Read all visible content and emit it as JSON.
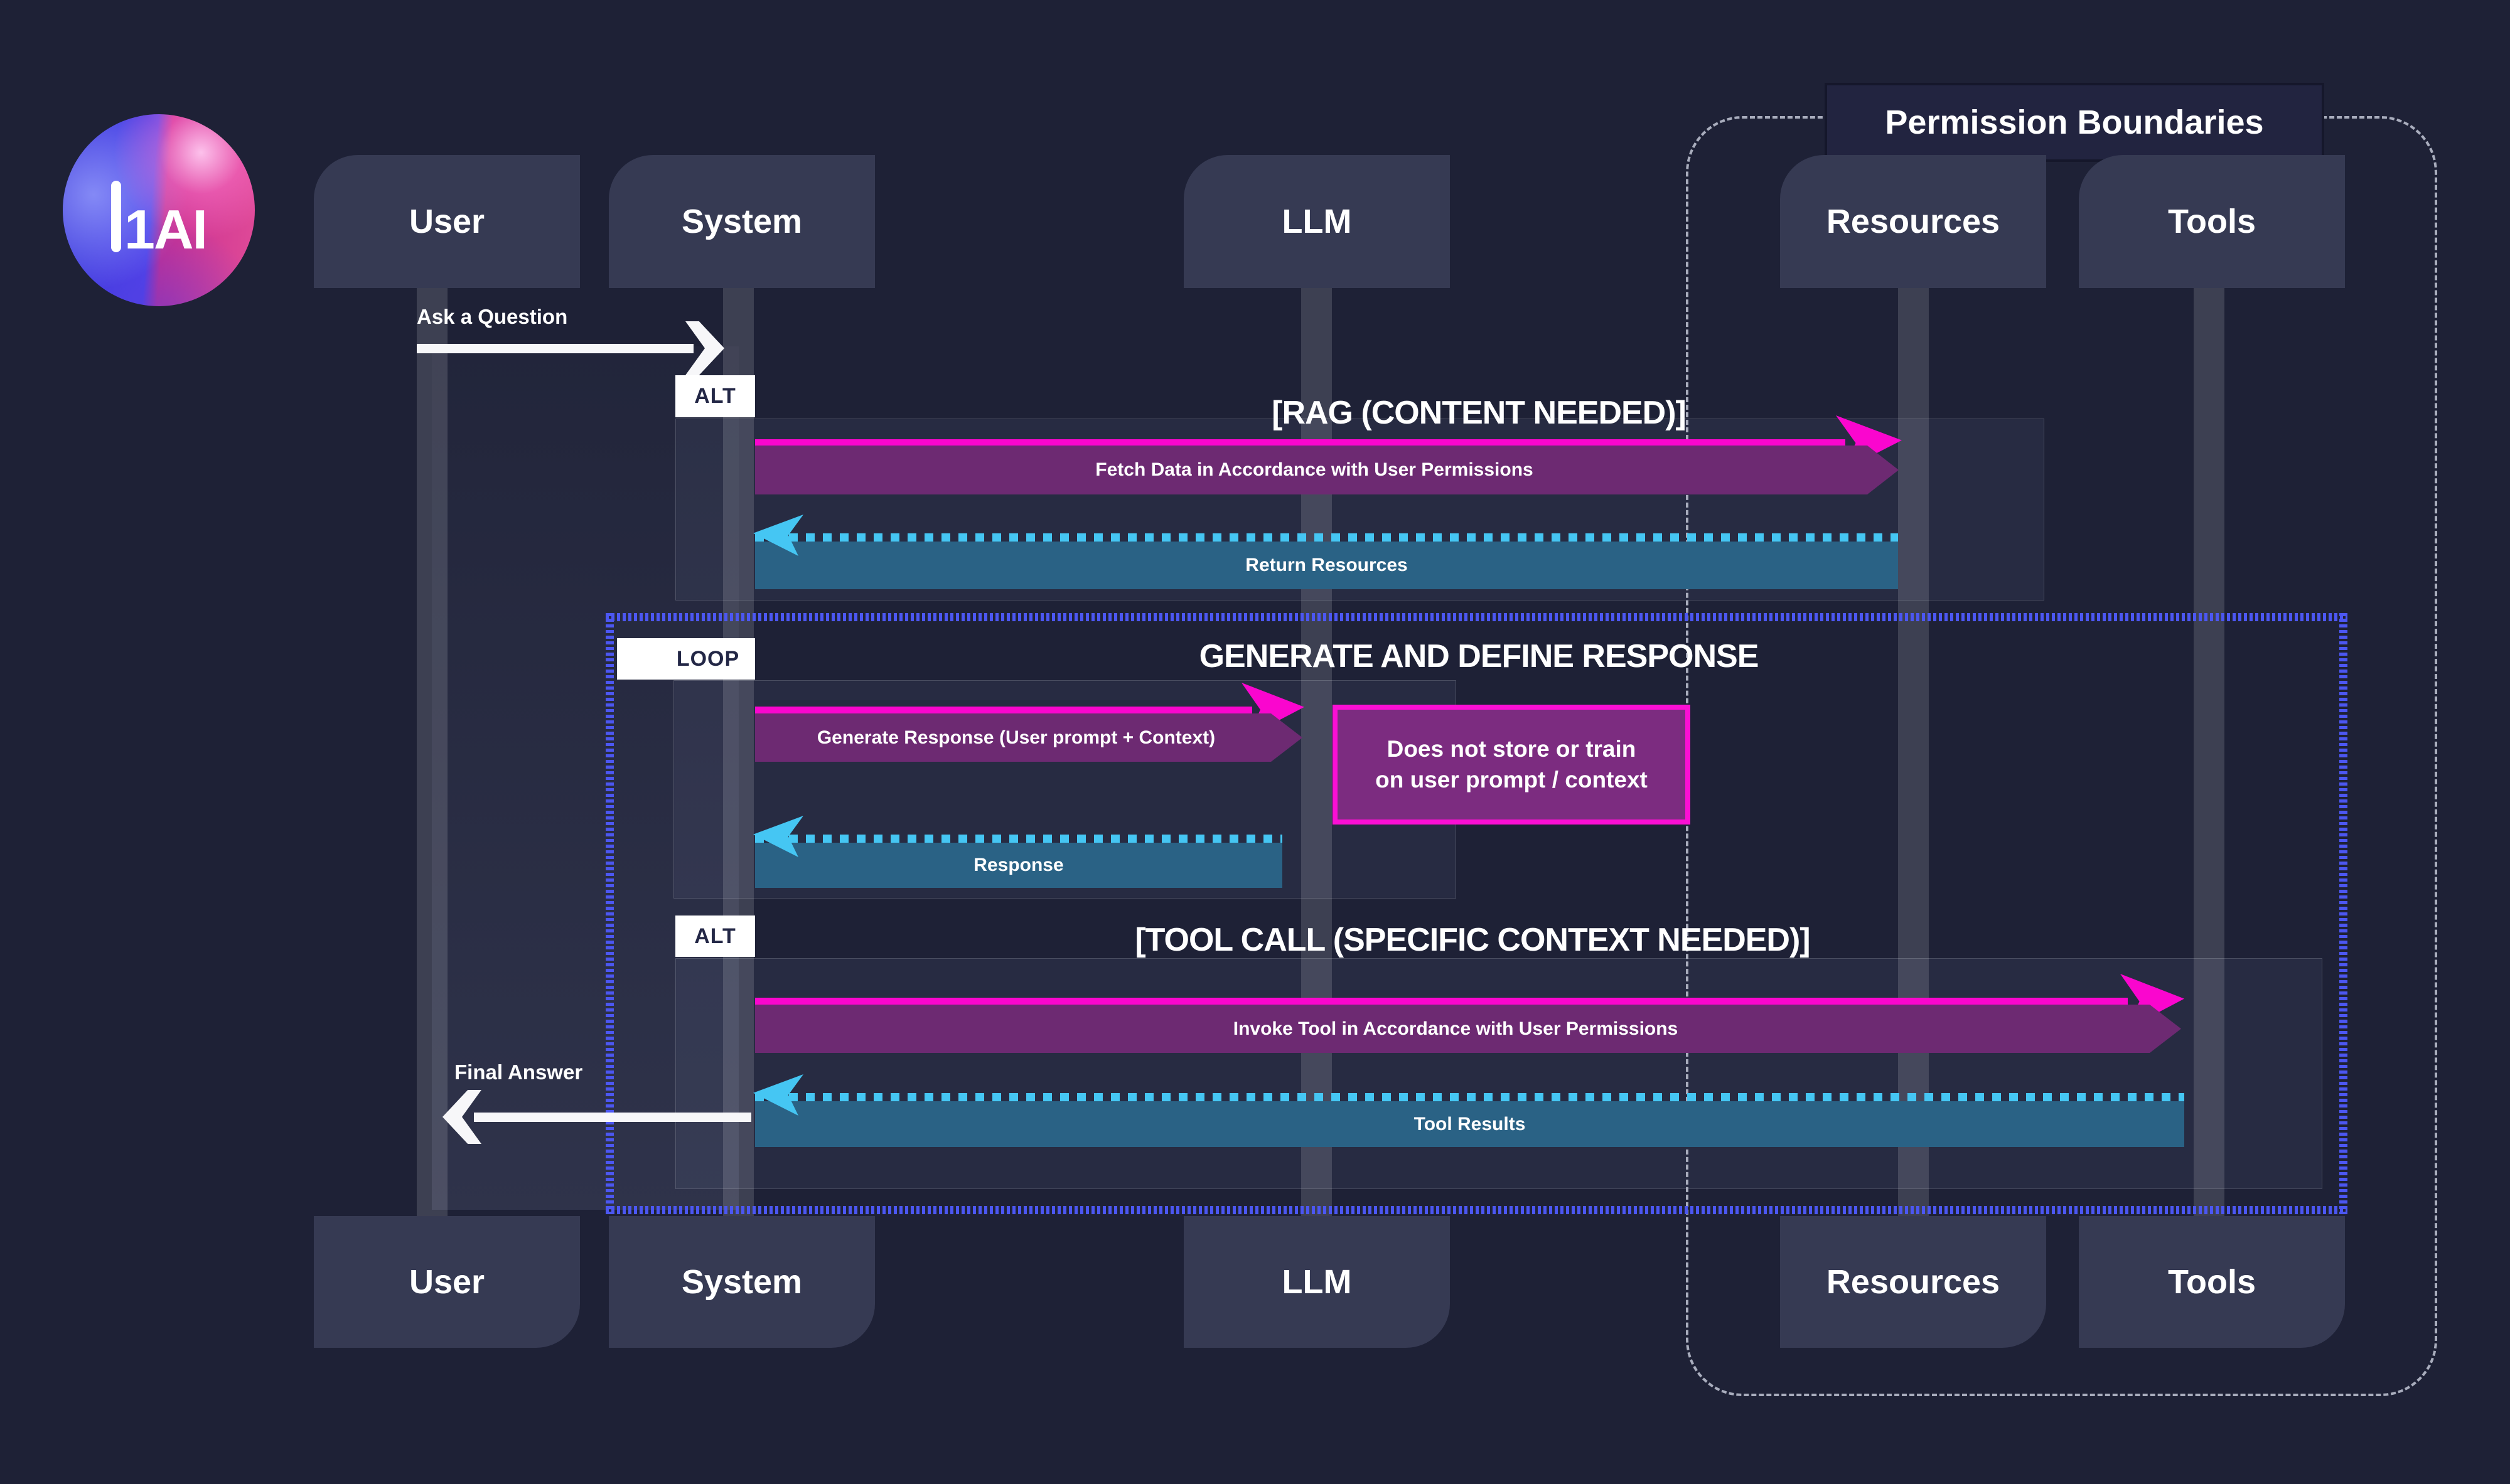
{
  "logo": {
    "text": "1AI"
  },
  "actors": {
    "user": "User",
    "system": "System",
    "llm": "LLM",
    "resources": "Resources",
    "tools": "Tools"
  },
  "permission_boundary": {
    "title": "Permission Boundaries"
  },
  "flow": {
    "ask_question": "Ask a Question",
    "final_answer": "Final Answer"
  },
  "rag_section": {
    "label": "ALT",
    "title": "[RAG (CONTENT NEEDED)]",
    "fetch_label": "Fetch Data in Accordance with User Permissions",
    "return_label": "Return Resources"
  },
  "loop_section": {
    "label": "LOOP",
    "title": "GENERATE AND DEFINE RESPONSE",
    "generate_label": "Generate Response (User prompt + Context)",
    "note_line1": "Does not store or train",
    "note_line2": "on user prompt / context",
    "response_label": "Response"
  },
  "tool_section": {
    "label": "ALT",
    "title": "[TOOL CALL (SPECIFIC CONTEXT NEEDED)]",
    "invoke_label": "Invoke Tool in Accordance with User Permissions",
    "results_label": "Tool Results"
  },
  "colors": {
    "background": "#1e2136",
    "actor_box": "#363a53",
    "magenta": "#fa06ce",
    "purple_banner": "#6d2a72",
    "note_fill": "#7c2c80",
    "note_border": "#fb0fd4",
    "teal_banner": "#2a6285",
    "cyan": "#45c6f3",
    "loop_blue": "#4c57f2",
    "boundary_dash": "#a9adbd",
    "label_bg": "#ffffff"
  }
}
